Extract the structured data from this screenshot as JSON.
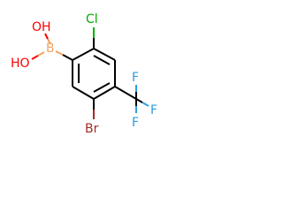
{
  "molecule": {
    "atoms": {
      "oh_top": {
        "text": "OH",
        "color": "#ff0000"
      },
      "oh_left": {
        "text": "HO",
        "color": "#ff0000"
      },
      "boron": {
        "text": "B",
        "color": "#f4a460"
      },
      "chlorine": {
        "text": "Cl",
        "color": "#00b000"
      },
      "bromine": {
        "text": "Br",
        "color": "#a52a2a"
      },
      "fluorine_top": {
        "text": "F",
        "color": "#2e9ee0"
      },
      "fluorine_right": {
        "text": "F",
        "color": "#2e9ee0"
      },
      "fluorine_bottom": {
        "text": "F",
        "color": "#2e9ee0"
      }
    },
    "colors": {
      "carbon_bond": "#000000",
      "background": "#ffffff"
    }
  }
}
